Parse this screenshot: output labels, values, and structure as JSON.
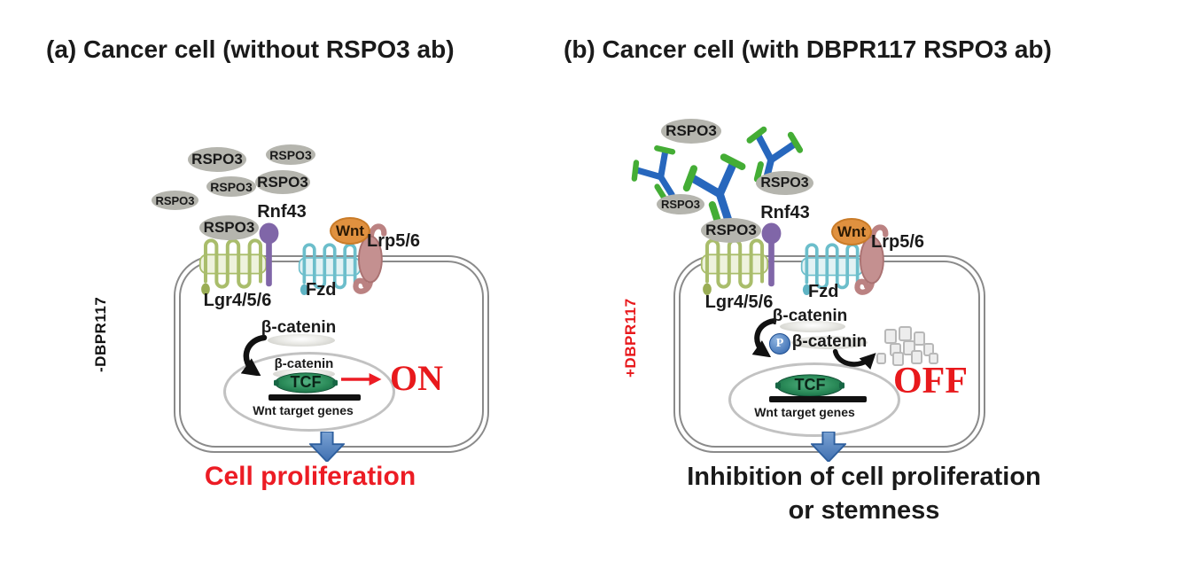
{
  "panel_a": {
    "title": "(a) Cancer cell (without RSPO3 ab)",
    "side_label": "-DBPR117",
    "state_label": "ON",
    "outcome": "Cell proliferation"
  },
  "panel_b": {
    "title": "(b) Cancer cell (with DBPR117 RSPO3 ab)",
    "side_label": "+DBPR117",
    "state_label": "OFF",
    "outcome_line1": "Inhibition of cell proliferation",
    "outcome_line2": "or stemness",
    "phospho_label": "P"
  },
  "labels": {
    "rspo3": "RSPO3",
    "rnf43": "Rnf43",
    "lgr": "Lgr4/5/6",
    "fzd": "Fzd",
    "wnt": "Wnt",
    "lrp": "Lrp5/6",
    "beta_catenin": "β-catenin",
    "tcf": "TCF",
    "wnt_target_genes": "Wnt target genes"
  },
  "colors": {
    "rspo3_gray": "#b5b5ae",
    "antibody_blue": "#2767bd",
    "antibody_green": "#44ad35",
    "lgr_green": "#a9bd6b",
    "rnf43_purple": "#8066a8",
    "fzd_teal": "#6cbecb",
    "wnt_orange": "#e0913f",
    "lrp_mauve": "#c49090",
    "tcf_green": "#1d7a4a",
    "membrane_gray": "#8a8a8a",
    "signal_red": "#ec1c24",
    "arrow_blue": "#5b88c4"
  }
}
